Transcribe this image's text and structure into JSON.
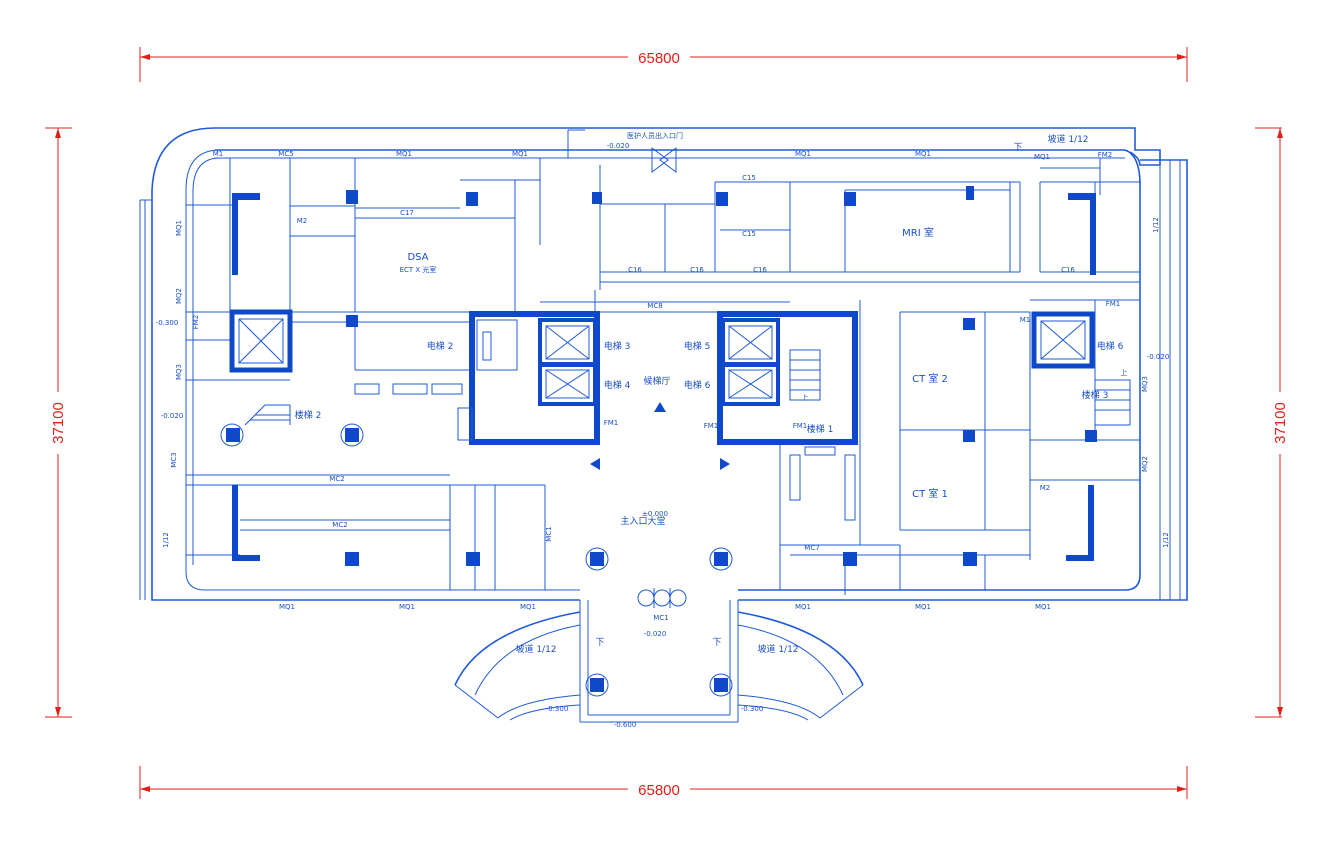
{
  "dimensions": {
    "top": "65800",
    "bottom": "65800",
    "left": "37100",
    "right": "37100"
  },
  "rooms": {
    "dsa": "DSA",
    "dsa_sub": "ECT X 光室",
    "mri": "MRI 室",
    "ct2": "CT 室 2",
    "ct1": "CT 室 1",
    "entrance_hall": "主入口大堂",
    "elevator_hall": "候梯厅",
    "medical_entrance": "医护人员出入口门",
    "elevator_2": "电梯 2",
    "elevator_3": "电梯 3",
    "elevator_4": "电梯 4",
    "elevator_5": "电梯 5",
    "elevator_6": "电梯 6",
    "elevator_6b": "电梯 6",
    "stair_1": "楼梯 1",
    "stair_2": "楼梯 2",
    "stair_3": "楼梯 3"
  },
  "doors": {
    "mq1": "MQ1",
    "mq2": "MQ2",
    "mq3": "MQ3",
    "mc1": "MC1",
    "mc2": "MC2",
    "mc3": "MC3",
    "mc5": "MC5",
    "mc7": "MC7",
    "mc8": "MC8",
    "fm1": "FM1",
    "fm2": "FM2",
    "m1": "M1",
    "m2": "M2",
    "c15": "C15",
    "c16": "C16",
    "c17": "C17"
  },
  "slopes": {
    "ramp_left": "坡道 1/12",
    "ramp_right": "坡道 1/12",
    "ramp_top": "坡道 1/12",
    "slope": "1/12"
  },
  "elevations": {
    "e_020": "-0.020",
    "e_300": "-0.300",
    "e_600": "-0.600",
    "e_000": "±0.000"
  },
  "marks": {
    "down": "下",
    "up": "上"
  }
}
